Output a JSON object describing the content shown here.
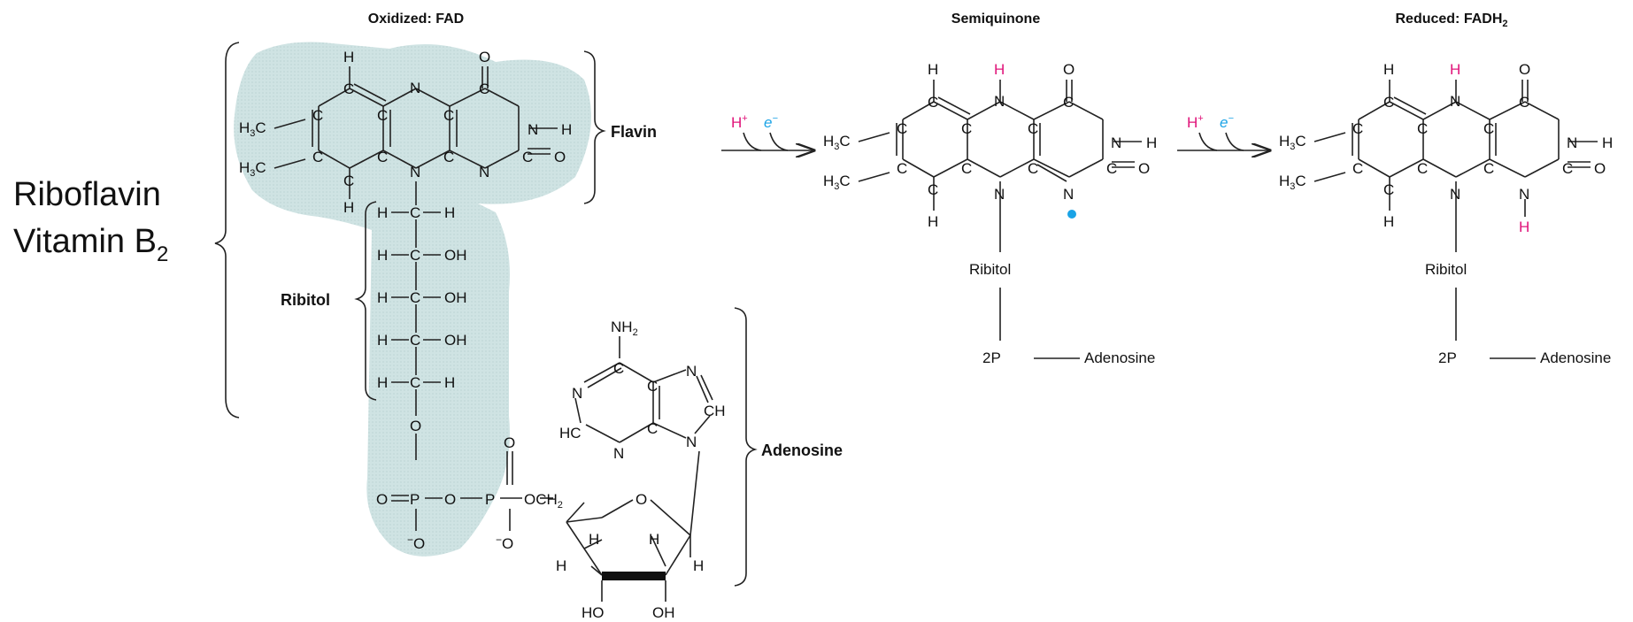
{
  "titles": {
    "oxidized": "Oxidized: FAD",
    "semiquinone": "Semiquinone",
    "reduced_main": "Reduced: FADH",
    "reduced_sub": "2"
  },
  "riboflavin": {
    "line1": "Riboflavin",
    "line2_main": "Vitamin B",
    "line2_sub": "2"
  },
  "group_labels": {
    "flavin": "Flavin",
    "ribitol": "Ribitol",
    "adenosine": "Adenosine"
  },
  "reaction": {
    "proton": "H",
    "proton_charge": "+",
    "electron": "e",
    "electron_charge": "−"
  },
  "atoms": {
    "H": "H",
    "C": "C",
    "N": "N",
    "O": "O",
    "P": "P",
    "H3C": "H",
    "sub3": "3",
    "Cx": "C",
    "OH": "OH",
    "HO": "HO",
    "NH2": "NH",
    "sub2": "2",
    "CH2": "OCH",
    "Ominus": "O",
    "minus": "−"
  },
  "substituents": {
    "ribitol": "Ribitol",
    "phosphate": "2P",
    "adenosine": "Adenosine"
  },
  "colors": {
    "highlight": "#cfe3e3",
    "hydrogen_added": "#e0147a",
    "electron": "#1aa3e6"
  }
}
